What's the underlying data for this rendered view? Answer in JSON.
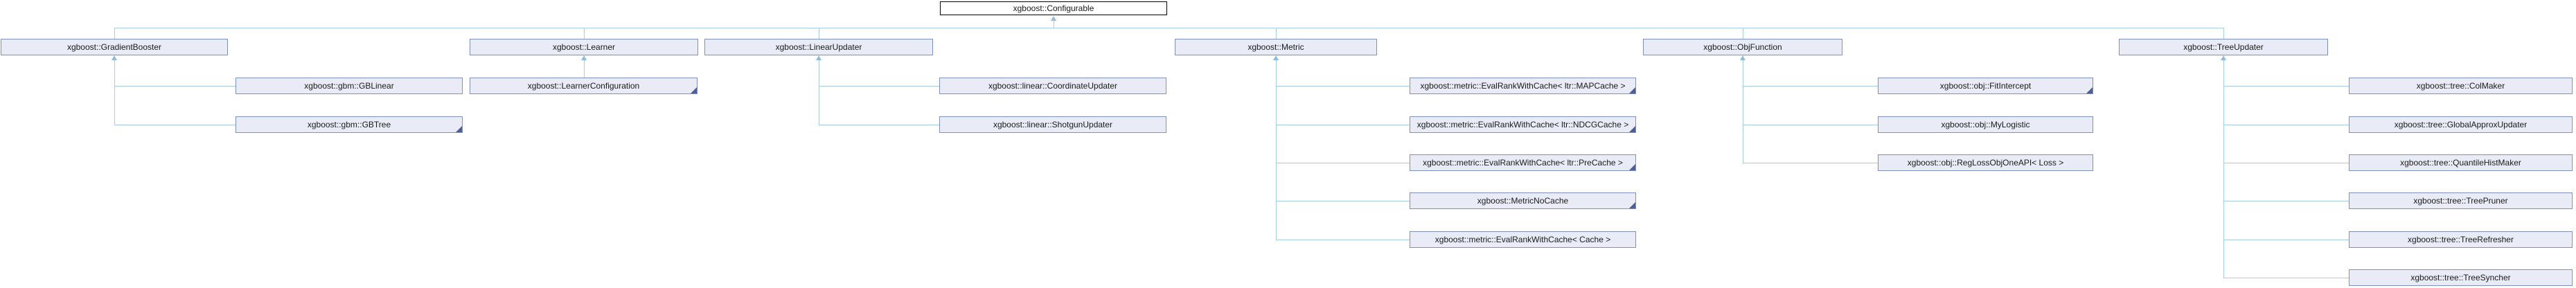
{
  "colors": {
    "node_fill": "#e9ecf6",
    "node_border": "#7d90c0",
    "root_fill": "#ffffff",
    "root_border": "#000000",
    "edge": "#a6cde8",
    "arrow": "#8fbcdf",
    "fold": "#4e5f96",
    "text": "#1a1a1a",
    "bg": "#ffffff"
  },
  "root_label": "xgboost::Configurable",
  "groups": [
    {
      "parent": {
        "label": "xgboost::GradientBooster"
      },
      "children": [
        {
          "label": "xgboost::gbm::GBLinear",
          "truncated": false
        },
        {
          "label": "xgboost::gbm::GBTree",
          "truncated": true
        }
      ]
    },
    {
      "parent": {
        "label": "xgboost::Learner"
      },
      "children": [
        {
          "label": "xgboost::LearnerConfiguration",
          "truncated": true
        }
      ]
    },
    {
      "parent": {
        "label": "xgboost::LinearUpdater"
      },
      "children": [
        {
          "label": "xgboost::linear::CoordinateUpdater",
          "truncated": false
        },
        {
          "label": "xgboost::linear::ShotgunUpdater",
          "truncated": false
        }
      ]
    },
    {
      "parent": {
        "label": "xgboost::Metric"
      },
      "children": [
        {
          "label": "xgboost::metric::EvalRankWithCache< ltr::MAPCache >",
          "truncated": true
        },
        {
          "label": "xgboost::metric::EvalRankWithCache< ltr::NDCGCache >",
          "truncated": true
        },
        {
          "label": "xgboost::metric::EvalRankWithCache< ltr::PreCache >",
          "truncated": true
        },
        {
          "label": "xgboost::MetricNoCache",
          "truncated": true
        },
        {
          "label": "xgboost::metric::EvalRankWithCache< Cache >",
          "truncated": false
        }
      ]
    },
    {
      "parent": {
        "label": "xgboost::ObjFunction"
      },
      "children": [
        {
          "label": "xgboost::obj::FitIntercept",
          "truncated": true
        },
        {
          "label": "xgboost::obj::MyLogistic",
          "truncated": false
        },
        {
          "label": "xgboost::obj::RegLossObjOneAPI< Loss >",
          "truncated": false
        }
      ]
    },
    {
      "parent": {
        "label": "xgboost::TreeUpdater"
      },
      "children": [
        {
          "label": "xgboost::tree::ColMaker",
          "truncated": false
        },
        {
          "label": "xgboost::tree::GlobalApproxUpdater",
          "truncated": false
        },
        {
          "label": "xgboost::tree::QuantileHistMaker",
          "truncated": false
        },
        {
          "label": "xgboost::tree::TreePruner",
          "truncated": false
        },
        {
          "label": "xgboost::tree::TreeRefresher",
          "truncated": false
        },
        {
          "label": "xgboost::tree::TreeSyncher",
          "truncated": false
        }
      ]
    }
  ]
}
